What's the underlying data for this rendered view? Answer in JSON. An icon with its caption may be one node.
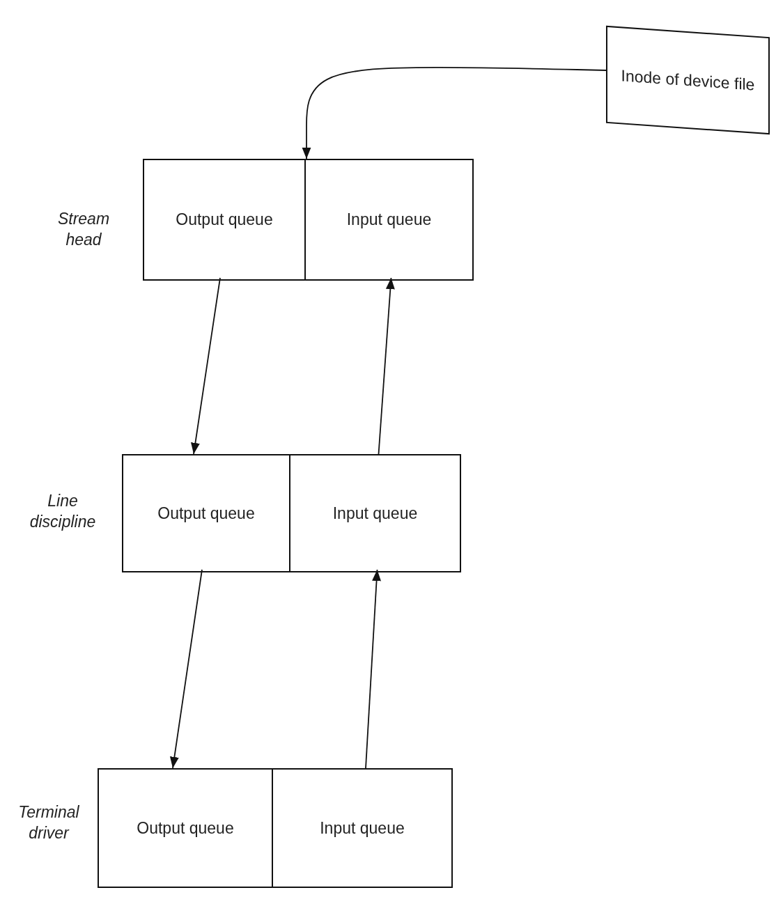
{
  "diagram": {
    "nodes": [
      {
        "text": [
          "Inode of device file"
        ]
      },
      {
        "text": [],
        "shape": "box",
        "beside": [
          "Stream head"
        ]
      },
      {
        "text": [
          "Output queue"
        ],
        "in": 1
      },
      {
        "text": [
          "Input queue"
        ],
        "in": 1
      },
      {
        "text": [],
        "shape": "box",
        "beside": [
          "Line discipline"
        ]
      },
      {
        "text": [
          "Output queue"
        ],
        "in": 4
      },
      {
        "text": [
          "Input queue"
        ],
        "in": 4
      },
      {
        "text": [],
        "shape": "box",
        "beside": [
          "Terminal driver"
        ]
      },
      {
        "text": [
          "Output queue"
        ],
        "in": 7
      },
      {
        "text": [
          "Input queue"
        ],
        "in": 7
      }
    ],
    "edges": [
      {
        "from": 0,
        "to": 1,
        "arrow": "to"
      },
      {
        "from": 2,
        "to": 5,
        "arrow": "to"
      },
      {
        "from": 6,
        "to": 3,
        "arrow": "to"
      },
      {
        "from": 5,
        "to": 8,
        "arrow": "to"
      },
      {
        "from": 9,
        "to": 6,
        "arrow": "to"
      }
    ]
  }
}
